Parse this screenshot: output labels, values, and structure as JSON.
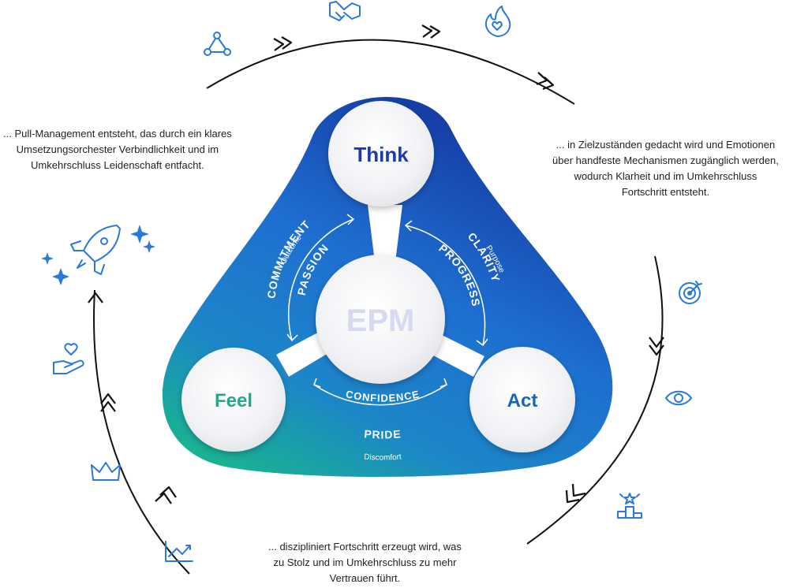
{
  "center": {
    "label": "EPM"
  },
  "nodes": {
    "think": {
      "label": "Think",
      "color": "#1e3aa8"
    },
    "feel": {
      "label": "Feel",
      "color": "#20a98a"
    },
    "act": {
      "label": "Act",
      "color": "#1565c0"
    }
  },
  "edges": {
    "feel_think": {
      "outer": "Outcome",
      "primary": "COMMITMENT",
      "secondary": "PASSION"
    },
    "think_act": {
      "outer": "Purpose",
      "primary": "CLARITY",
      "secondary": "PROGRESS"
    },
    "act_feel": {
      "outer": "Discomfort",
      "primary": "CONFIDENCE",
      "secondary": "PRIDE"
    }
  },
  "captions": {
    "left": [
      "...  Pull-Management entsteht, das durch ein klares",
      "Umsetzungsorchester Verbindlichkeit und im",
      "Umkehrschluss Leidenschaft entfacht."
    ],
    "right": [
      "... in Zielzuständen gedacht wird und Emotionen",
      "über handfeste Mechanismen zugänglich werden,",
      "wodurch Klarheit und im Umkehrschluss",
      "Fortschritt entsteht."
    ],
    "bottom": [
      "... diszipliniert Fortschritt erzeugt wird, was",
      "zu Stolz und im Umkehrschluss zu mehr",
      "Vertrauen führt."
    ]
  },
  "colors": {
    "blob_top": "#1a3fa6",
    "blob_mid": "#1f7fd6",
    "blob_bottom_left": "#18b08f",
    "icon": "#2a78d8",
    "arc": "#111111"
  },
  "icons": [
    "network-icon",
    "handshake-icon",
    "flame-heart-icon",
    "target-icon",
    "eye-icon",
    "podium-icon",
    "trend-chart-icon",
    "crown-icon",
    "heart-hand-icon",
    "rocket-icon",
    "sparkle-icon"
  ]
}
